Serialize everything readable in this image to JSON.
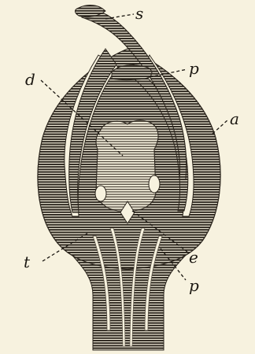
{
  "labels": {
    "s": "s",
    "p_upper": "p",
    "d": "d",
    "a": "a",
    "e": "e",
    "t": "t",
    "p_lower": "p"
  }
}
